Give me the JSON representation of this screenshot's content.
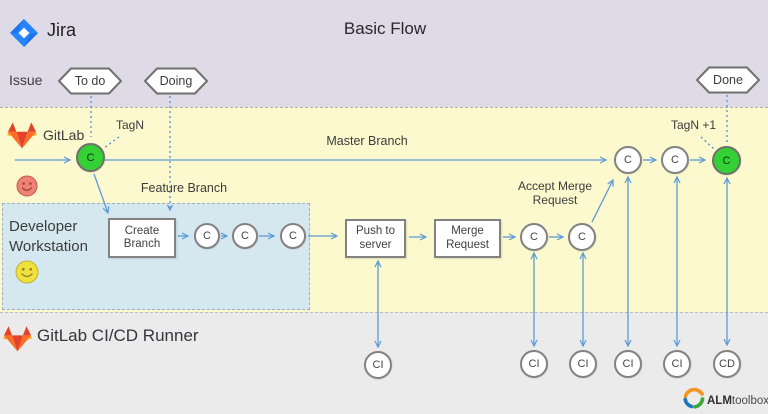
{
  "title": "Basic Flow",
  "jira": {
    "name": "Jira",
    "issue_label": "Issue",
    "statuses": {
      "todo": "To do",
      "doing": "Doing",
      "done": "Done"
    }
  },
  "gitlab_row": {
    "name": "GitLab",
    "tag_n": "TagN",
    "tag_n_plus1": "TagN +1",
    "master_branch": "Master Branch",
    "feature_branch": "Feature Branch"
  },
  "workstation": {
    "line1": "Developer",
    "line2": "Workstation"
  },
  "boxes": {
    "create": {
      "line1": "Create",
      "line2": "Branch"
    },
    "push": {
      "line1": "Push to",
      "line2": "server"
    },
    "merge": {
      "line1": "Merge",
      "line2": "Request"
    }
  },
  "accept_merge": {
    "line1": "Accept Merge",
    "line2": "Request"
  },
  "nodes": {
    "commit": "C",
    "ci": "CI",
    "cd": "CD"
  },
  "runner": {
    "name": "GitLab CI/CD Runner"
  },
  "brand": {
    "bold": "ALM",
    "rest": "toolbox"
  },
  "colors": {
    "jira_region": "#dfdbe6",
    "gitlab_region": "#fbf9cd",
    "workstation_region": "#d6e8ef",
    "runner_region": "#ebebeb",
    "arrow_blue": "#5b9bd5",
    "commit_green": "#33d133",
    "node_border": "#828282"
  }
}
